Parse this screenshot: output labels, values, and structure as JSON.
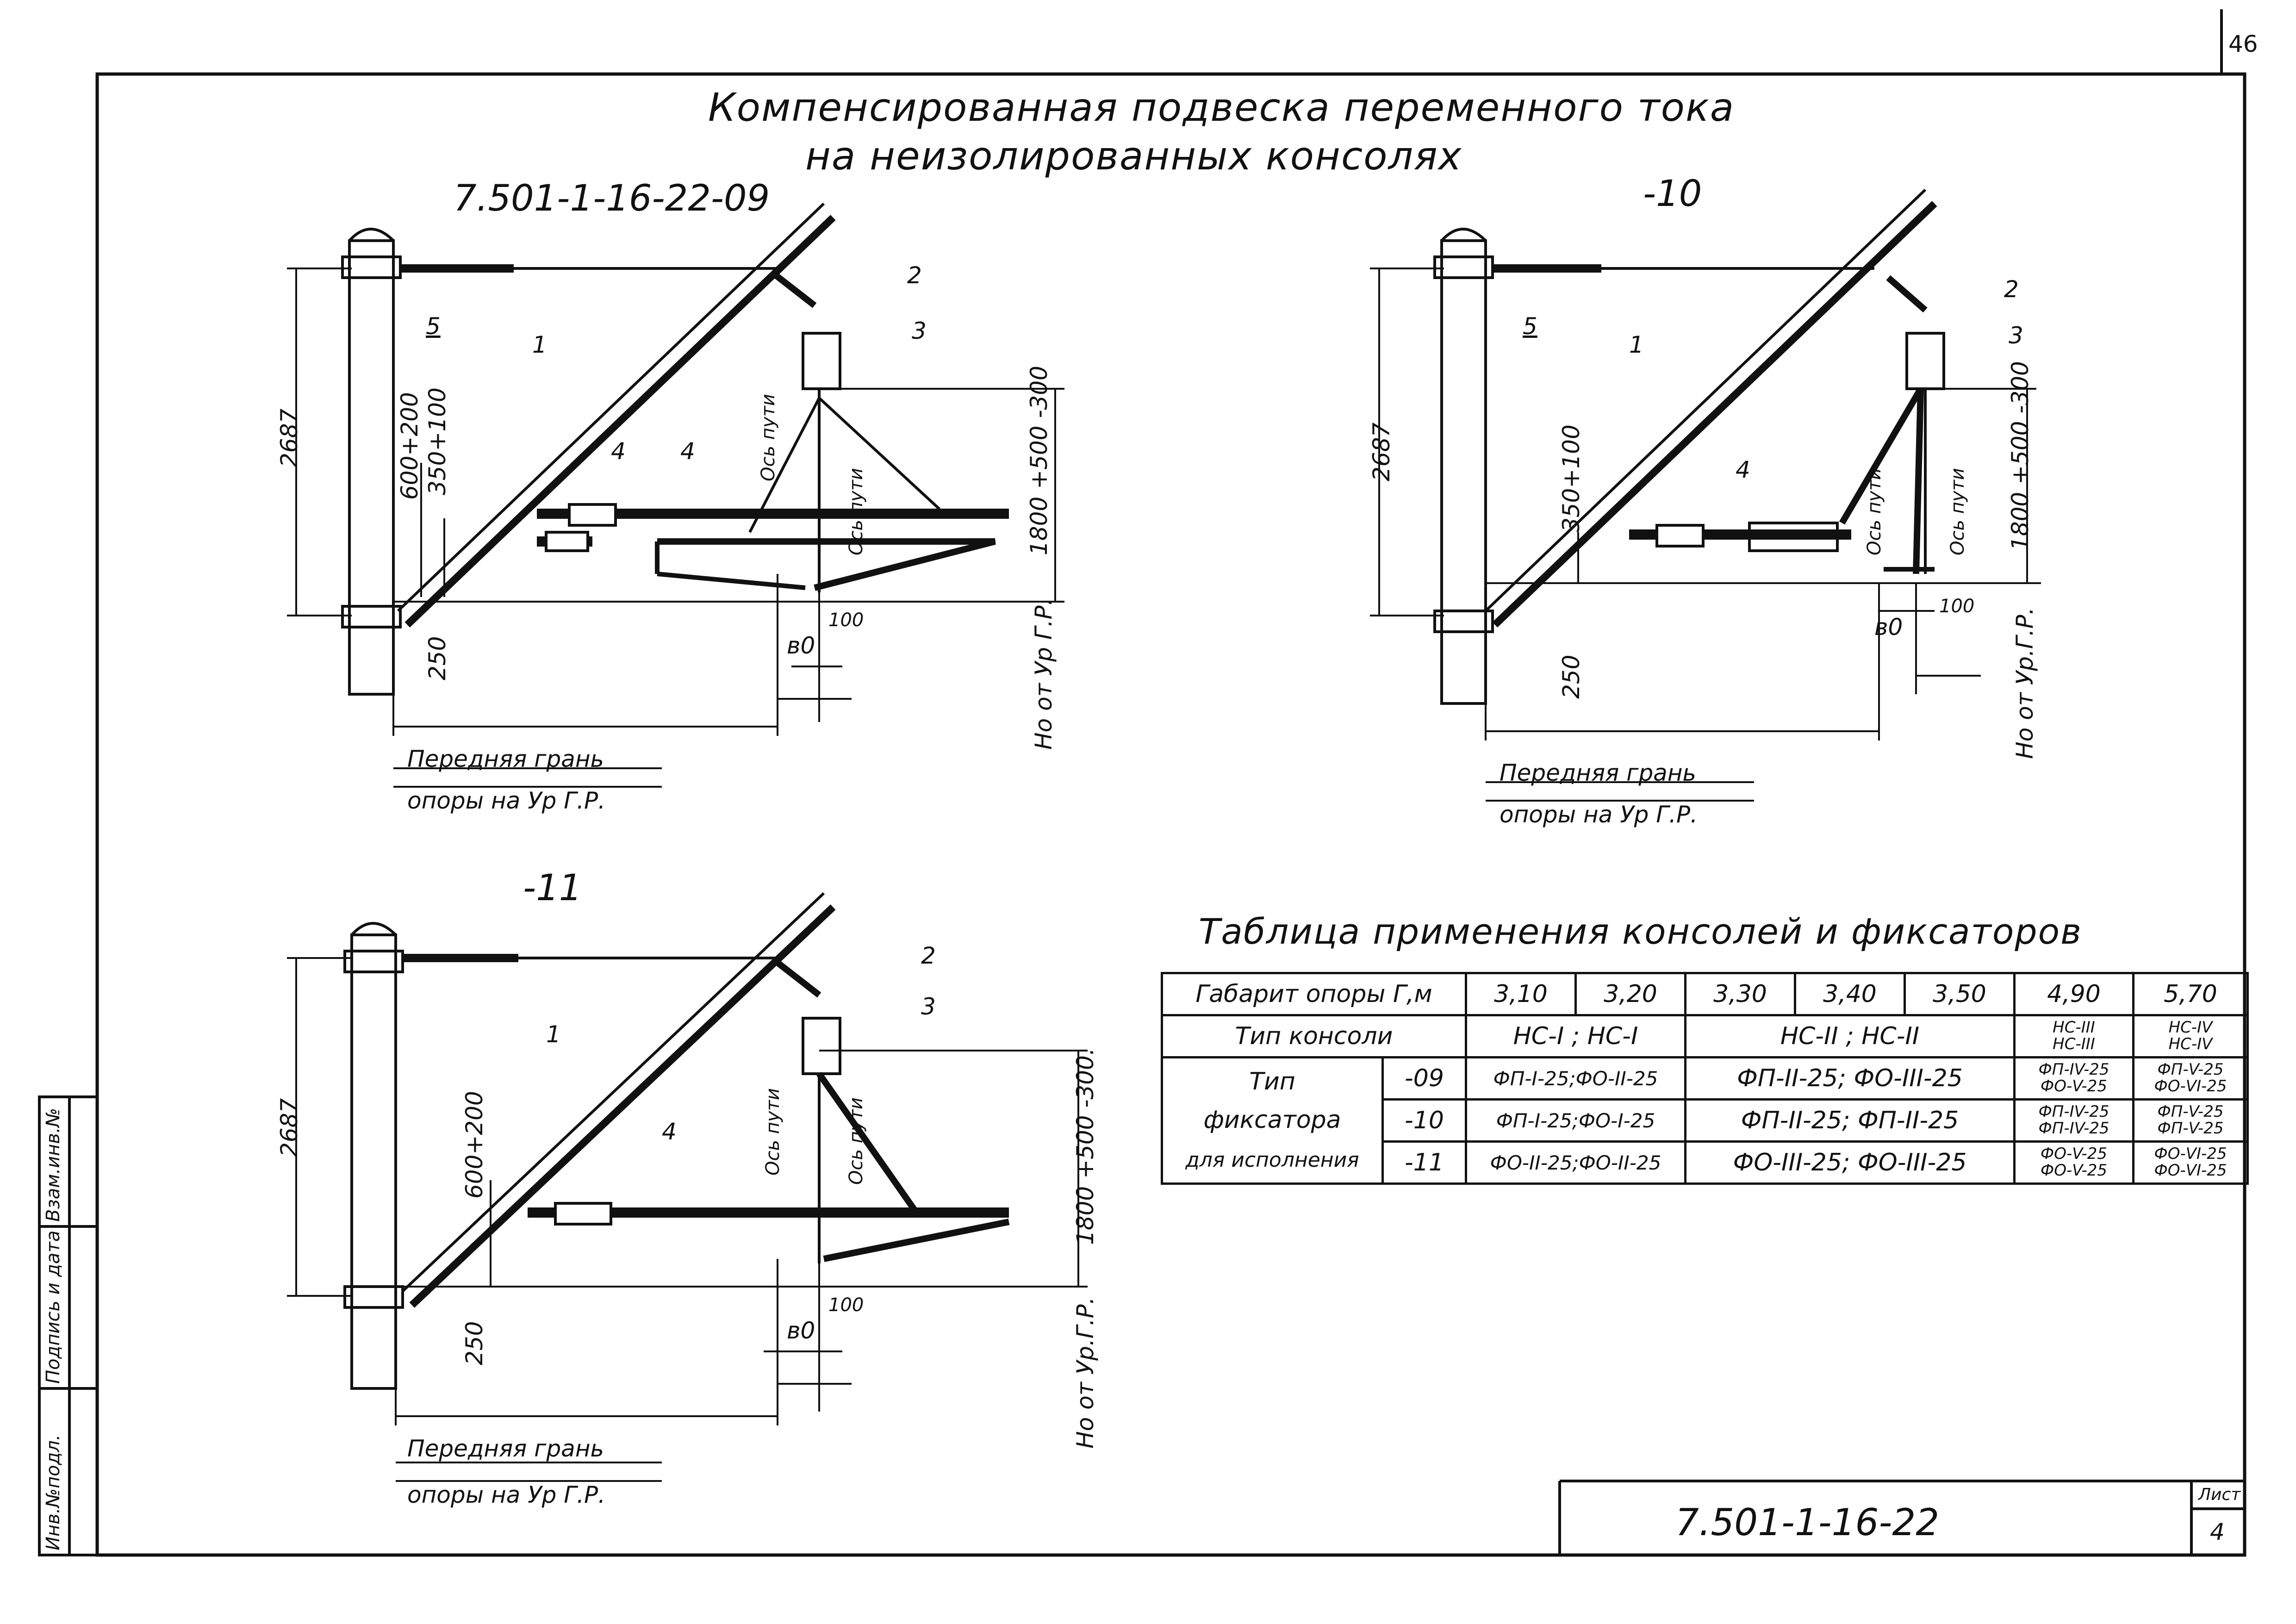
{
  "page": {
    "number": "46",
    "title_line1": "Компенсированная подвеска переменного тока",
    "title_line2": "на неизолированных консолях",
    "sheet_label": "Лист",
    "sheet_number": "4",
    "doc_code": "7.501-1-16-22"
  },
  "side_stamp": {
    "inv_no": "Инв.№подл.",
    "signature": "Подпись и дата",
    "replace_no": "Взам.инв.№"
  },
  "variants": [
    {
      "code": "7.501-1-16-22-09",
      "callouts": [
        "1",
        "2",
        "3",
        "4",
        "4",
        "5"
      ],
      "dim_height": "2687",
      "dim_a": "600+200",
      "dim_b": "350+100",
      "dim_c": "250",
      "dim_track": "1800 +500 -300",
      "axis_1": "Ось пути",
      "axis_2": "Ось пути",
      "dim_100": "100",
      "dim_b0": "в0",
      "dim_ho": "Но от Ур Г.Р.",
      "base_line1": "Передняя грань",
      "base_line2": "опоры на Ур Г.Р."
    },
    {
      "code": "-10",
      "callouts": [
        "1",
        "2",
        "3",
        "4",
        "5"
      ],
      "dim_height": "2687",
      "dim_b": "350+100",
      "dim_c": "250",
      "dim_track": "1800 +500 -300",
      "axis_1": "Ось пути",
      "axis_2": "Ось пути",
      "dim_100": "100",
      "dim_b0": "в0",
      "dim_ho": "Но от Ур.Г.Р.",
      "base_line1": "Передняя грань",
      "base_line2": "опоры на Ур Г.Р."
    },
    {
      "code": "-11",
      "callouts": [
        "1",
        "2",
        "3",
        "4"
      ],
      "dim_height": "2687",
      "dim_a": "600+200",
      "dim_c": "250",
      "dim_track": "1800 +500 -300.",
      "axis_1": "Ось пути",
      "axis_2": "Ось пути",
      "dim_100": "100",
      "dim_b0": "в0",
      "dim_ho": "Но от Ур.Г.Р.",
      "base_line1": "Передняя грань",
      "base_line2": "опоры на Ур Г.Р."
    }
  ],
  "table": {
    "title": "Таблица применения консолей и фиксаторов",
    "header_label": "Габарит опоры Г,м",
    "gabarits": [
      "3,10",
      "3,20",
      "3,30",
      "3,40",
      "3,50",
      "4,90",
      "5,70"
    ],
    "console_label": "Тип консоли",
    "console_a": "НС-I ; НС-I",
    "console_b": "НС-II ; НС-II",
    "console_c": [
      "НС-III",
      "НС-III"
    ],
    "console_d": [
      "НС-IV",
      "НС-IV"
    ],
    "fix_label_1": "Тип",
    "fix_label_2": "фиксатора",
    "fix_label_3": "для исполнения",
    "rows": [
      {
        "variant": "-09",
        "a": "ФП-I-25;ФО-II-25",
        "b": "ФП-II-25; ФО-III-25",
        "c": [
          "ФП-IV-25",
          "ФО-V-25"
        ],
        "d": [
          "ФП-V-25",
          "ФО-VI-25"
        ]
      },
      {
        "variant": "-10",
        "a": "ФП-I-25;ФО-I-25",
        "b": "ФП-II-25; ФП-II-25",
        "c": [
          "ФП-IV-25",
          "ФП-IV-25"
        ],
        "d": [
          "ФП-V-25",
          "ФП-V-25"
        ]
      },
      {
        "variant": "-11",
        "a": "ФО-II-25;ФО-II-25",
        "b": "ФО-III-25; ФО-III-25",
        "c": [
          "ФО-V-25",
          "ФО-V-25"
        ],
        "d": [
          "ФО-VI-25",
          "ФО-VI-25"
        ]
      }
    ]
  }
}
